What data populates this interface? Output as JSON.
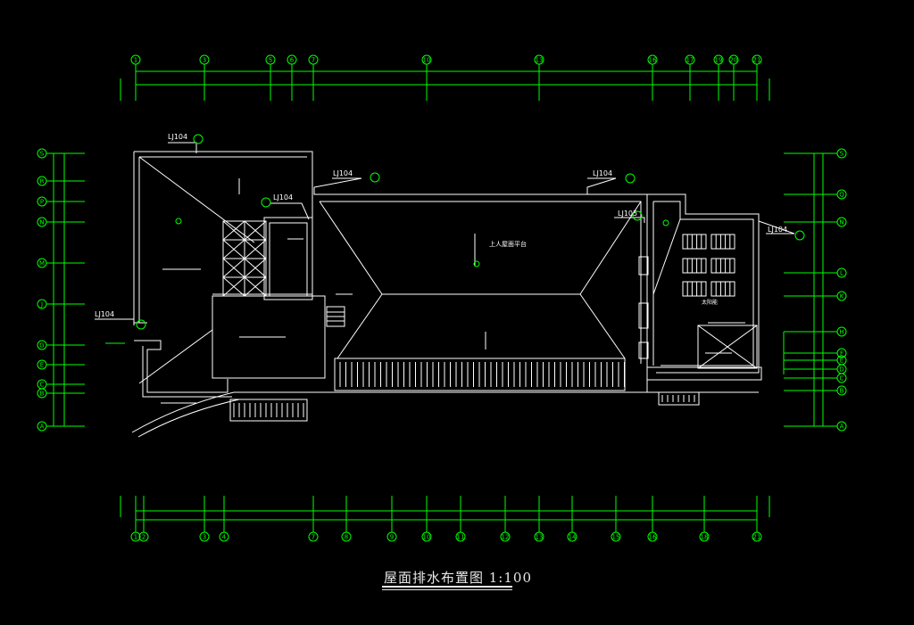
{
  "drawing_title": "屋面排水布置图 1:100",
  "colors": {
    "background": "#000000",
    "grid": "#00ff00",
    "lines": "#ffffff",
    "text": "#ffffff"
  },
  "labels": {
    "lj104_a": "LJ104",
    "lj104_b": "LJ104",
    "lj104_c": "LJ104",
    "lj104_d": "LJ104",
    "lj104_e": "LJ104",
    "lj105": "LJ105",
    "upper_roof": "上人屋面平台",
    "right_room": "太阳能"
  },
  "top_axes": [
    "1",
    "3",
    "5",
    "6",
    "7",
    "10",
    "13",
    "16",
    "17",
    "19",
    "20",
    "21"
  ],
  "bottom_axes": [
    "1",
    "2",
    "3",
    "4",
    "7",
    "8",
    "9",
    "10",
    "11",
    "12",
    "13",
    "14",
    "15",
    "16",
    "18",
    "21"
  ],
  "left_axes": [
    "S",
    "R",
    "P",
    "N",
    "M",
    "J",
    "G",
    "E",
    "C",
    "B",
    "A"
  ],
  "right_axes": [
    "S",
    "Q",
    "N",
    "L",
    "K",
    "H",
    "F",
    "E",
    "D",
    "C",
    "B",
    "A"
  ]
}
